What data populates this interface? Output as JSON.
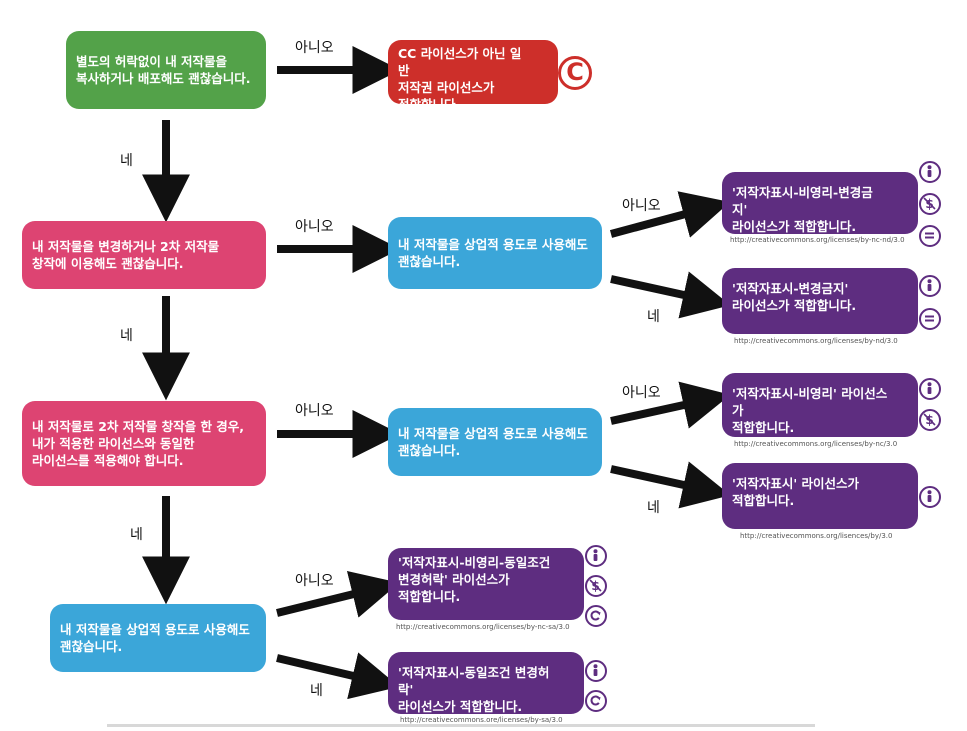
{
  "questions": {
    "q1": "별도의 허락없이 내 저작물을\n복사하거나 배포해도 괜찮습니다.",
    "q2": "내 저작물을 변경하거나 2차 저작물\n창작에 이용해도 괜찮습니다.",
    "q3": "내 저작물로 2차 저작물 창작을 한 경우,\n내가 적용한 라이선스와 동일한\n라이선스를 적용해야 합니다.",
    "q4": "내 저작물을 상업적 용도로 사용해도\n괜찮습니다.",
    "commercial_a": "내 저작물을 상업적 용도로 사용해도\n괜찮습니다.",
    "commercial_b": "내 저작물을 상업적 용도로 사용해도\n괜찮습니다."
  },
  "results": {
    "copyright": "CC 라이선스가 아닌 일반\n저작권 라이선스가\n적합합니다.",
    "by_nc_nd": "'저작자표시-비영리-변경금지'\n라이선스가 적합합니다.",
    "by_nd": "'저작자표시-변경금지'\n라이선스가 적합합니다.",
    "by_nc": "'저작자표시-비영리' 라이선스가\n적합합니다.",
    "by": "'저작자표시' 라이선스가\n적합합니다.",
    "by_nc_sa": "'저작자표시-비영리-동일조건\n변경허락' 라이선스가\n적합합니다.",
    "by_sa": "'저작자표시-동일조건 변경허락'\n라이선스가 적합합니다."
  },
  "urls": {
    "by_nc_nd": "http://creativecommons.org/licenses/by-nc-nd/3.0",
    "by_nd": "http://creativecommons.org/licenses/by-nd/3.0",
    "by_nc": "http://creativecommons.org/licenses/by-nc/3.0",
    "by": "http://creativecommons.org/lisences/by/3.0",
    "by_nc_sa": "http://creativecommons.org/licenses/by-nc-sa/3.0",
    "by_sa": "http://creativecommons.ore/licenses/by-sa/3.0"
  },
  "labels": {
    "no": "아니오",
    "yes": "네"
  },
  "copyright_symbol": "C",
  "icons": [
    "person-icon",
    "no-dollar-icon",
    "equals-icon",
    "share-alike-icon",
    "copyright-icon"
  ],
  "colors": {
    "green": "#53a249",
    "red": "#cd2f2a",
    "pink": "#dd4472",
    "blue": "#3ba6d9",
    "purple": "#5e2d80"
  }
}
